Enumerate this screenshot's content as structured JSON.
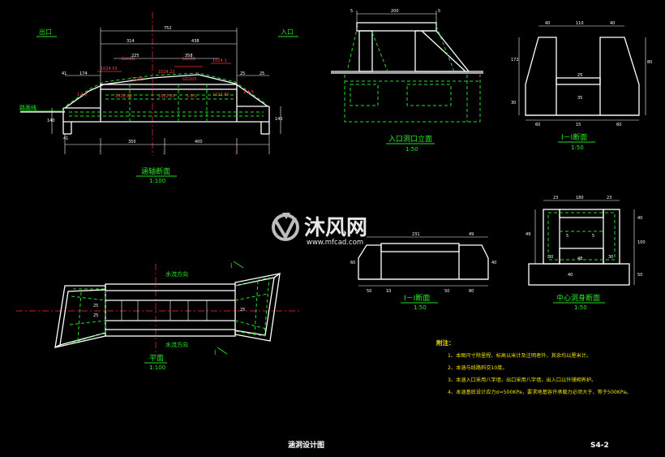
{
  "labels": {
    "outlet": "出口",
    "inlet": "入口",
    "road_centerline": "路面线",
    "slope_left": "1:1.5",
    "slope_right": "1:1.5",
    "flow_up": "水流方向",
    "flow_down": "水流方向"
  },
  "views": [
    {
      "id": "axis-section",
      "title": "涵轴断面",
      "scale": "1:100"
    },
    {
      "id": "plan",
      "title": "平面",
      "scale": "1:100"
    },
    {
      "id": "inlet-elevation",
      "title": "入口洞口立面",
      "scale": "1:50"
    },
    {
      "id": "section-1-top",
      "title": "I－I断面",
      "scale": "1:50"
    },
    {
      "id": "section-1-mid",
      "title": "I－I断面",
      "scale": "1:50"
    },
    {
      "id": "center-section",
      "title": "中心洞身断面",
      "scale": "1:50"
    }
  ],
  "dims": {
    "axis_total": "752",
    "axis_left": "314",
    "axis_right": "438",
    "axis_mid_l": "225",
    "axis_mid_r": "358",
    "axis_bot_l": "350",
    "axis_bot_r": "400",
    "axis_174": "174",
    "axis_41": "41",
    "axis_25a": "25",
    "axis_25b": "25",
    "axis_140": "140",
    "axis_41b": "41",
    "axis_140b": "140",
    "elev_top": "200",
    "elev_5l": "5",
    "elev_5r": "5",
    "s1_w": "110",
    "s1_40": "40",
    "s1_172": "172",
    "s1_40b": "40",
    "s1_80": "80",
    "s1_30": "30",
    "s1_25": "25",
    "s1_35": "35",
    "s2_231": "231",
    "s2_49": "49",
    "s2_50a": "50",
    "s2_10": "10",
    "s2_50b": "50",
    "s2_80": "80",
    "s2_60": "60",
    "s2_40": "40",
    "c_180": "180",
    "c_23": "23",
    "c_23b": "23",
    "c_49": "49",
    "c_40": "40",
    "c_100": "100",
    "c_5": "5",
    "c_5b": "5",
    "c_30": "30",
    "c_30b": "30",
    "c_48": "48",
    "c_50": "50",
    "c_40b": "40"
  },
  "notes": {
    "heading": "附注：",
    "items": [
      "1、本图尺寸除里程、标高以米计及注明者外，其余均以厘米计。",
      "2、本涵与线路斜交10度。",
      "3、本涵入口采用八字墙，出口采用八字墙，出入口以外铺砌养护。",
      "4、本涵基底设计应力σ=500KPa，要求地基容许承载力必须大于、等于500KPa。"
    ]
  },
  "footer": {
    "drawing_title": "涵洞设计图",
    "sheet_no": "S4-2"
  },
  "watermark": {
    "brand": "沐风网",
    "url": "www.mfcad.com"
  }
}
